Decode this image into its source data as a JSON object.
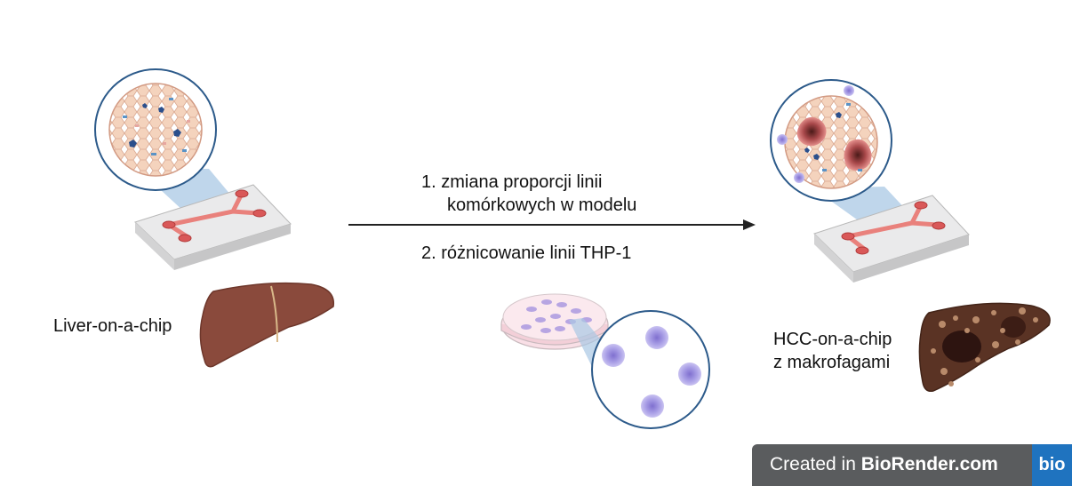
{
  "labels": {
    "liver_chip": "Liver-on-a-chip",
    "step1_line1": "1.  zmiana proporcji linii",
    "step1_line2": "komórkowych w modelu",
    "step2": "2. różnicowanie linii  THP-1",
    "hcc_line1": "HCC-on-a-chip",
    "hcc_line2": "z makrofagami"
  },
  "watermark": {
    "prefix": "Created in ",
    "brand": "BioRender.com",
    "badge": "bio"
  },
  "colors": {
    "chip_channel": "#e9817c",
    "liver": "#8a4a3c",
    "tumor_liver": "#5a3324",
    "cells": "#f2cfb8",
    "macrophage": "#a79be0",
    "callout": "#a9c8e4",
    "arrow": "#222222",
    "brand_blue": "#1f73bf"
  },
  "icons": [
    "liver-icon",
    "diseased-liver-icon",
    "microfluidic-chip-icon",
    "spheroid-icon",
    "petri-dish-icon",
    "macrophage-icon",
    "arrow-icon"
  ]
}
